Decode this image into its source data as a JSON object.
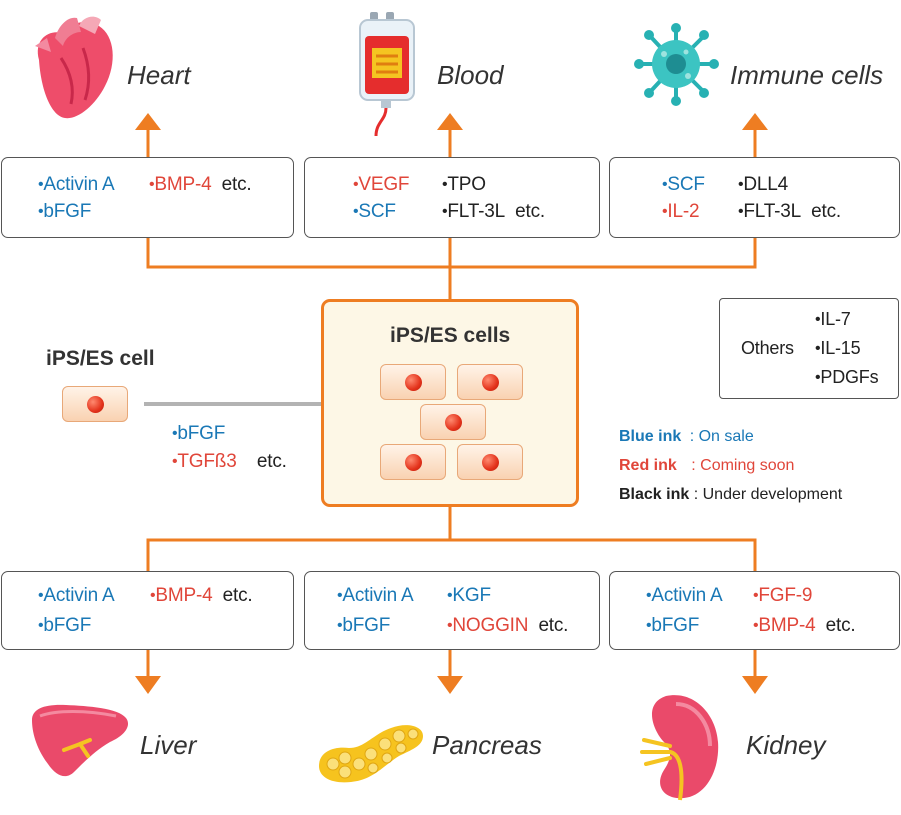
{
  "organs": {
    "heart": "Heart",
    "blood": "Blood",
    "immune": "Immune cells",
    "liver": "Liver",
    "pancreas": "Pancreas",
    "kidney": "Kidney"
  },
  "top_boxes": {
    "heart": {
      "col1": [
        {
          "text": "Activin A",
          "ink": "blue"
        },
        {
          "text": "bFGF",
          "ink": "blue"
        }
      ],
      "col2": [
        {
          "text": "BMP-4",
          "ink": "red"
        }
      ],
      "etc": "etc."
    },
    "blood": {
      "col1": [
        {
          "text": "VEGF",
          "ink": "red"
        },
        {
          "text": "SCF",
          "ink": "blue"
        }
      ],
      "col2": [
        {
          "text": "TPO",
          "ink": "black"
        },
        {
          "text": "FLT-3L",
          "ink": "black"
        }
      ],
      "etc": "etc."
    },
    "immune": {
      "col1": [
        {
          "text": "SCF",
          "ink": "blue"
        },
        {
          "text": "IL-2",
          "ink": "red"
        }
      ],
      "col2": [
        {
          "text": "DLL4",
          "ink": "black"
        },
        {
          "text": "FLT-3L",
          "ink": "black"
        }
      ],
      "etc": "etc."
    }
  },
  "bottom_boxes": {
    "liver": {
      "col1": [
        {
          "text": "Activin A",
          "ink": "blue"
        },
        {
          "text": "bFGF",
          "ink": "blue"
        }
      ],
      "col2": [
        {
          "text": "BMP-4",
          "ink": "red"
        }
      ],
      "etc": "etc."
    },
    "pancreas": {
      "col1": [
        {
          "text": "Activin A",
          "ink": "blue"
        },
        {
          "text": "bFGF",
          "ink": "blue"
        }
      ],
      "col2": [
        {
          "text": "KGF",
          "ink": "blue"
        },
        {
          "text": "NOGGIN",
          "ink": "red"
        }
      ],
      "etc": "etc."
    },
    "kidney": {
      "col1": [
        {
          "text": "Activin A",
          "ink": "blue"
        },
        {
          "text": "bFGF",
          "ink": "blue"
        }
      ],
      "col2": [
        {
          "text": "FGF-9",
          "ink": "red"
        },
        {
          "text": "BMP-4",
          "ink": "red"
        }
      ],
      "etc": "etc."
    }
  },
  "center": {
    "title": "iPS/ES cells"
  },
  "source": {
    "title": "iPS/ES cell",
    "factors": [
      {
        "text": "bFGF",
        "ink": "blue"
      },
      {
        "text": "TGFß3",
        "ink": "red"
      }
    ],
    "etc": "etc."
  },
  "others": {
    "label": "Others",
    "items": [
      {
        "text": "IL-7",
        "ink": "black"
      },
      {
        "text": "IL-15",
        "ink": "black"
      },
      {
        "text": "PDGFs",
        "ink": "black"
      }
    ]
  },
  "legend": [
    {
      "key": "Blue ink",
      "value": ": On sale",
      "ink": "blue"
    },
    {
      "key": "Red ink",
      "value": ": Coming soon",
      "ink": "red"
    },
    {
      "key": "Black ink",
      "value": ": Under development",
      "ink": "black"
    }
  ],
  "colors": {
    "blue": "#1a78b6",
    "red": "#e0463a",
    "black": "#222222",
    "connector": "#ee7d22",
    "arrow_gray": "#b3b3b3",
    "center_fill": "#fdf7e6"
  },
  "icons": [
    "heart-icon",
    "blood-bag-icon",
    "immune-cell-icon",
    "liver-icon",
    "pancreas-icon",
    "kidney-icon"
  ]
}
